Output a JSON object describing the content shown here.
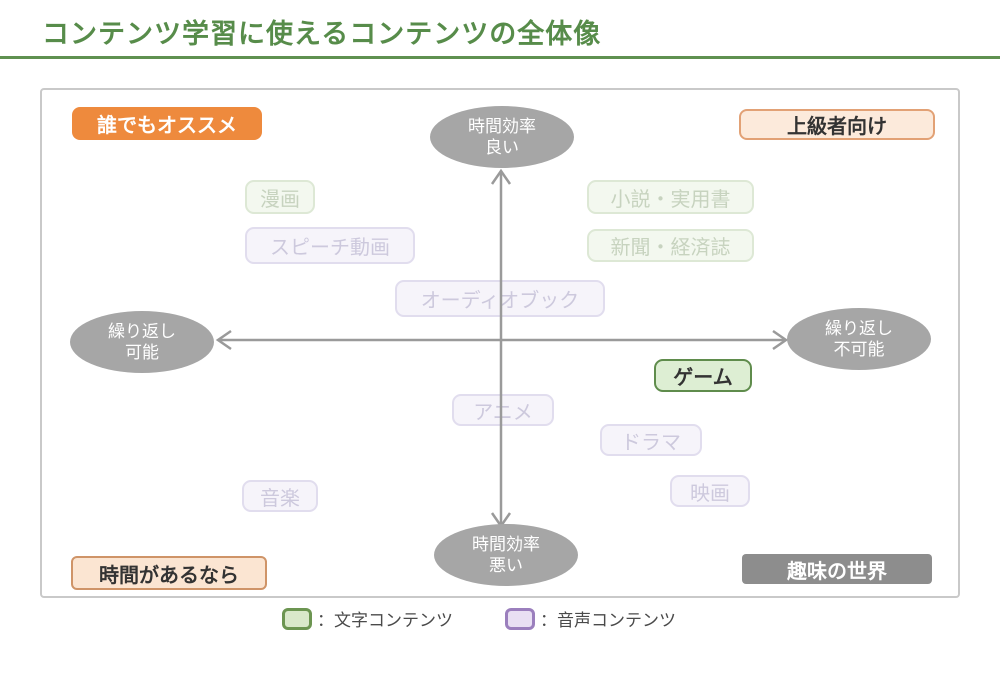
{
  "page": {
    "title": "コンテンツ学習に使えるコンテンツの全体像"
  },
  "quadrant_badges": {
    "top_left": "誰でもオススメ",
    "top_right": "上級者向け",
    "bottom_left": "時間があるなら",
    "bottom_right": "趣味の世界"
  },
  "axis_poles": {
    "top": {
      "line1": "時間効率",
      "line2": "良い"
    },
    "bottom": {
      "line1": "時間効率",
      "line2": "悪い"
    },
    "left": {
      "line1": "繰り返し",
      "line2": "可能"
    },
    "right": {
      "line1": "繰り返し",
      "line2": "不可能"
    }
  },
  "items": [
    {
      "label": "漫画",
      "category": "text",
      "emphasized": false
    },
    {
      "label": "スピーチ動画",
      "category": "audio",
      "emphasized": false
    },
    {
      "label": "小説・実用書",
      "category": "text",
      "emphasized": false
    },
    {
      "label": "新聞・経済誌",
      "category": "text",
      "emphasized": false
    },
    {
      "label": "オーディオブック",
      "category": "audio",
      "emphasized": false
    },
    {
      "label": "ゲーム",
      "category": "text",
      "emphasized": true
    },
    {
      "label": "アニメ",
      "category": "audio",
      "emphasized": false
    },
    {
      "label": "ドラマ",
      "category": "audio",
      "emphasized": false
    },
    {
      "label": "映画",
      "category": "audio",
      "emphasized": false
    },
    {
      "label": "音楽",
      "category": "audio",
      "emphasized": false
    }
  ],
  "legend": {
    "text_content": "：文字コンテンツ",
    "audio_content": "：音声コンテンツ"
  },
  "colors": {
    "title_green": "#578c4a",
    "rule_green": "#5f9150",
    "accent_orange": "#ee8a3d",
    "peach_badge_bg": "#fceadb",
    "peach_badge_border": "#e2a175",
    "gray_badge": "#8d8d8d",
    "ellipse_gray": "#a6a6a6",
    "axis_gray": "#9a9a9a",
    "highlight_green_bg": "#ddeed3",
    "highlight_green_border": "#5f8c4c",
    "legend_green_bg": "#d9e8ca",
    "legend_green_border": "#6c9551",
    "legend_purple_bg": "#e9e0f3",
    "legend_purple_border": "#9b7fbd"
  }
}
